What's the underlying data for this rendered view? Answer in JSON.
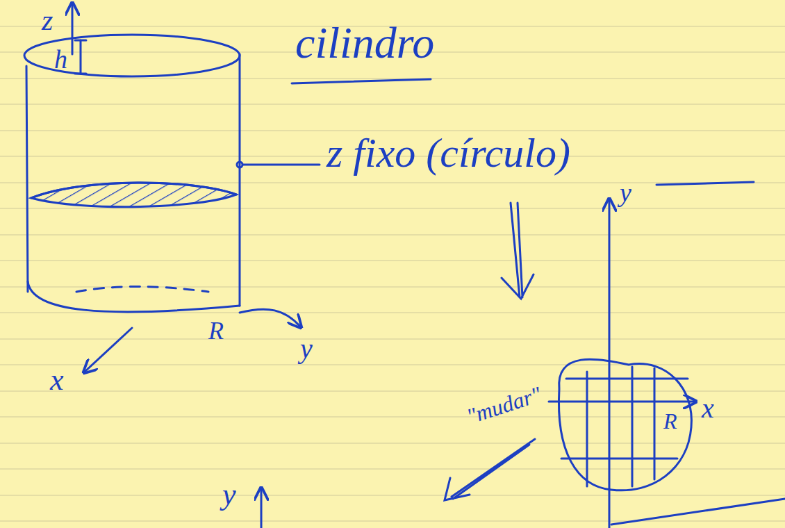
{
  "diagram": {
    "title": "cilindro",
    "labels": [
      "z",
      "h",
      "z fixo (círculo)",
      "R",
      "y",
      "x",
      "y",
      "R",
      "x",
      "\"mudar\"",
      "y"
    ]
  }
}
